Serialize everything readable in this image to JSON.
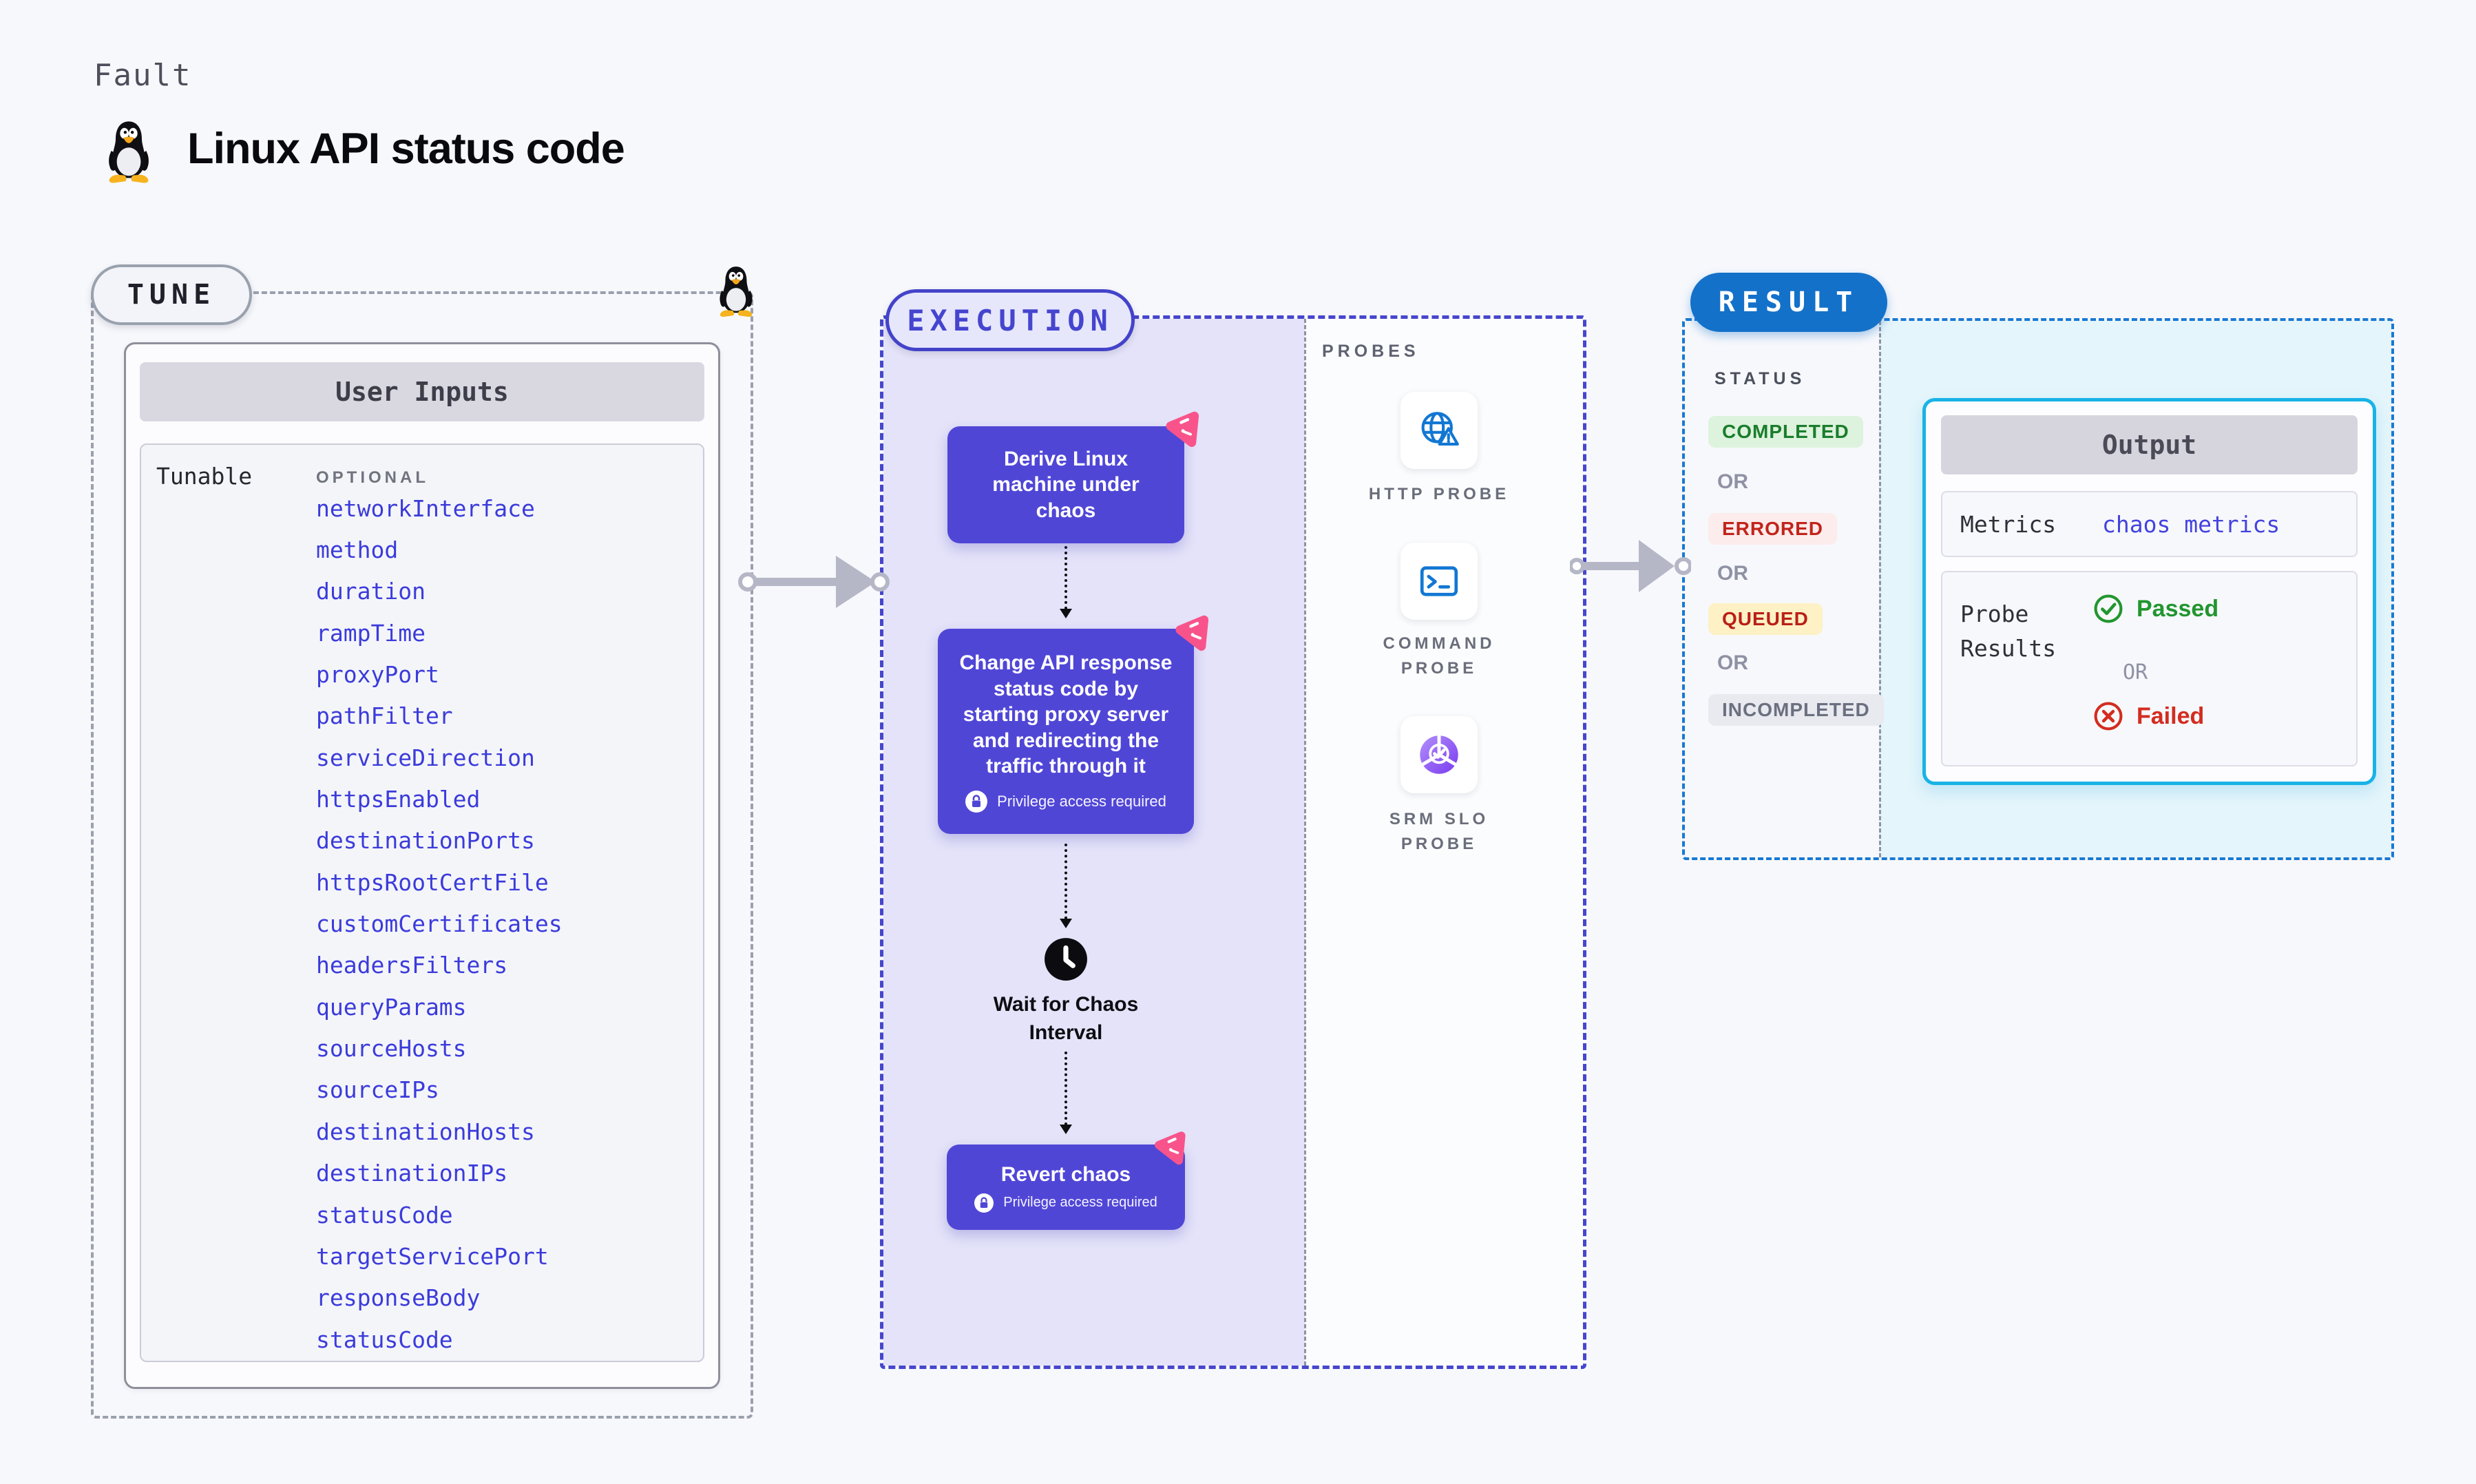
{
  "page": {
    "kicker": "Fault",
    "title": "Linux API status code",
    "title_icon": "tux-penguin-icon"
  },
  "tune": {
    "badge": "TUNE",
    "user_inputs_header": "User Inputs",
    "tunable_label": "Tunable",
    "optional_label": "OPTIONAL",
    "tunables": [
      "networkInterface",
      "method",
      "duration",
      "rampTime",
      "proxyPort",
      "pathFilter",
      "serviceDirection",
      "httpsEnabled",
      "destinationPorts",
      "httpsRootCertFile",
      "customCertificates",
      "headersFilters",
      "queryParams",
      "sourceHosts",
      "sourceIPs",
      "destinationHosts",
      "destinationIPs",
      "statusCode",
      "targetServicePort",
      "responseBody",
      "statusCode"
    ]
  },
  "execution": {
    "badge": "EXECUTION",
    "nodes": [
      {
        "text": "Derive Linux machine under chaos"
      },
      {
        "text": "Change API response status code by starting proxy server and redirecting the traffic through it",
        "privilege": "Privilege access required"
      },
      {
        "text": "Revert chaos",
        "privilege": "Privilege access required"
      }
    ],
    "wait_label": "Wait for Chaos Interval"
  },
  "probes": {
    "label": "PROBES",
    "items": [
      {
        "label": "HTTP PROBE",
        "icon": "globe-warning-icon"
      },
      {
        "label": "COMMAND PROBE",
        "icon": "terminal-icon"
      },
      {
        "label": "SRM SLO PROBE",
        "icon": "slo-donut-check-icon"
      }
    ]
  },
  "result": {
    "badge": "RESULT",
    "status_label": "STATUS",
    "or_label": "OR",
    "statuses": [
      "COMPLETED",
      "ERRORED",
      "QUEUED",
      "INCOMPLETED"
    ],
    "output": {
      "header": "Output",
      "metrics_label": "Metrics",
      "metrics_value": "chaos metrics",
      "probe_results_label": "Probe Results",
      "passed_label": "Passed",
      "or_label": "OR",
      "failed_label": "Failed"
    }
  },
  "colors": {
    "page_bg": "#f7f8fc",
    "accent_indigo": "#4646cd",
    "node_indigo": "#5046d6",
    "lavender_bg": "#e4e3f9",
    "chaos_pink": "#f8548b",
    "probe_blue": "#1277d3",
    "result_blue": "#1471c9",
    "result_border_blue": "#1879d2",
    "output_border_cyan": "#18b3e6",
    "output_bg_cyan": "#e4f5fb",
    "link_indigo": "#3b3bdb",
    "completed_green": "#1a7d2c",
    "completed_bg": "#ddf3dd",
    "errored_red": "#c1241b",
    "errored_bg": "#fcecec",
    "queued_red": "#ba1f16",
    "queued_bg": "#fdf1c5",
    "incompleted_grey": "#6b7080",
    "incompleted_bg": "#e9e9f0",
    "passed_green": "#21962f",
    "failed_red": "#d32c20"
  }
}
